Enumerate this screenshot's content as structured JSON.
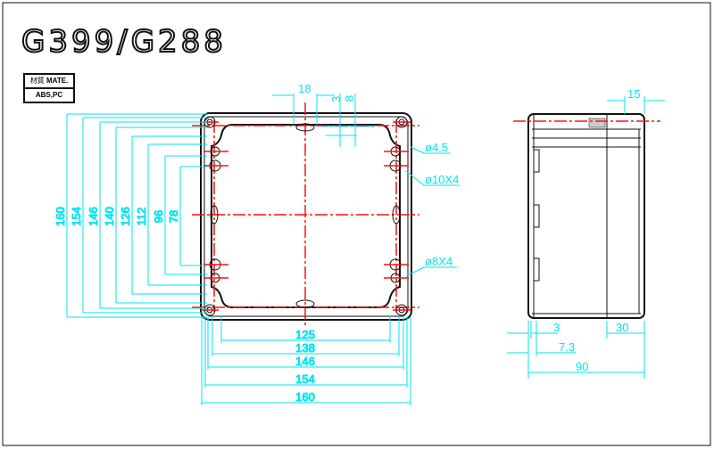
{
  "title": "G399/G288",
  "material": {
    "label_cn": "材質",
    "label_en": "MATE.",
    "value": "ABS,PC"
  },
  "front_view": {
    "top_dims": [
      "18",
      "3",
      "8"
    ],
    "left_dims": [
      "160",
      "154",
      "146",
      "140",
      "126",
      "112",
      "96",
      "78"
    ],
    "bottom_dims": [
      "125",
      "138",
      "146",
      "154",
      "160"
    ],
    "callouts": [
      "ø4.5",
      "ø10X4",
      "ø8X4"
    ]
  },
  "side_view": {
    "top_dim": "15",
    "bottom_dims": [
      "3",
      "30",
      "7.3",
      "90"
    ]
  },
  "colors": {
    "dimension": "#00e5f0",
    "centerline": "#ff1010",
    "outline": "#111111"
  }
}
